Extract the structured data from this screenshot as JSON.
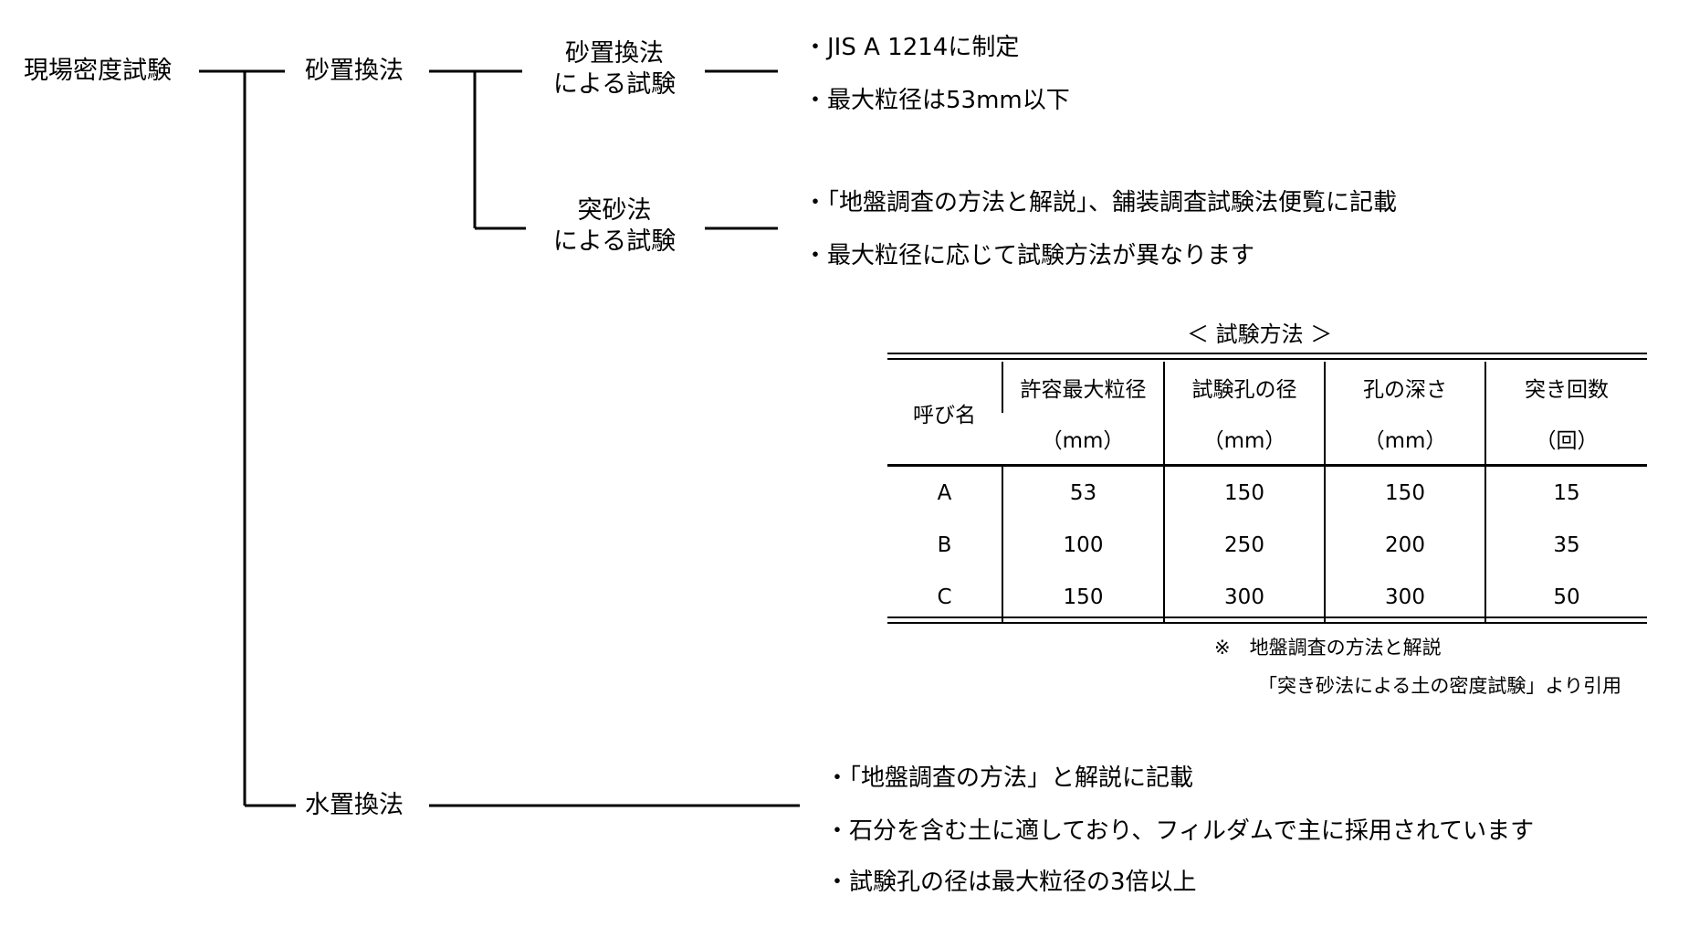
{
  "root": "現場密度試験",
  "branch_sand": "砂置換法",
  "branch_water": "水置換法",
  "sand_method_1": {
    "line1": "砂置換法",
    "line2": "による試験"
  },
  "sand_method_2": {
    "line1": "突砂法",
    "line2": "による試験"
  },
  "notes_method_1": [
    "・JIS A 1214に制定",
    "・最大粒径は53mm以下"
  ],
  "notes_method_2": [
    "・「地盤調査の方法と解説」、舗装調査試験法便覧に記載",
    "・最大粒径に応じて試験方法が異なります"
  ],
  "notes_water": [
    "・「地盤調査の方法」と解説に記載",
    "・石分を含む土に適しており、フィルダムで主に採用されています",
    "・試験孔の径は最大粒径の3倍以上"
  ],
  "table": {
    "title": "＜ 試験方法 ＞",
    "name_header": "呼び名",
    "headers": [
      "許容最大粒径",
      "試験孔の径",
      "孔の深さ",
      "突き回数"
    ],
    "units": [
      "（mm）",
      "（mm）",
      "（mm）",
      "（回）"
    ],
    "rows": [
      [
        "A",
        "53",
        "150",
        "150",
        "15"
      ],
      [
        "B",
        "100",
        "250",
        "200",
        "35"
      ],
      [
        "C",
        "150",
        "300",
        "300",
        "50"
      ]
    ],
    "footnote_1": "※　地盤調査の方法と解説",
    "footnote_2": "「突き砂法による土の密度試験」より引用"
  }
}
